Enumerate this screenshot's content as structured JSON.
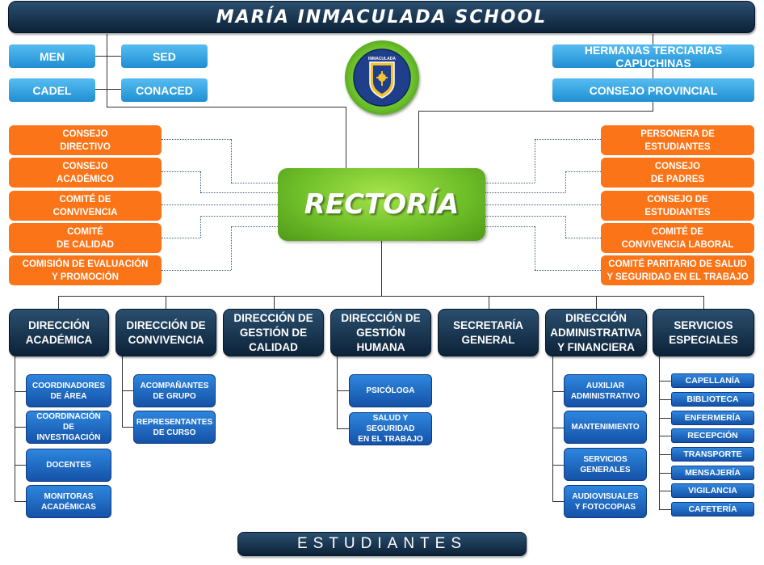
{
  "header": {
    "title": "MARÍA INMACULADA SCHOOL"
  },
  "external_left": [
    "MEN",
    "SED",
    "CADEL",
    "CONACED"
  ],
  "external_right": [
    "HERMANAS TERCIARIAS CAPUCHINAS",
    "CONSEJO PROVINCIAL"
  ],
  "logo": {
    "text": "INMACULADA",
    "icon": "school-crest-icon"
  },
  "center": {
    "title": "RECTORÍA"
  },
  "councils_left": [
    "CONSEJO\nDIRECTIVO",
    "CONSEJO\nACADÉMICO",
    "COMITÉ DE\nCONVIVENCIA",
    "COMITÉ\nDE CALIDAD",
    "COMISIÓN DE EVALUACIÓN\nY PROMOCIÓN"
  ],
  "councils_right": [
    "PERSONERA DE\nESTUDIANTES",
    "CONSEJO\nDE PADRES",
    "CONSEJO DE\nESTUDIANTES",
    "COMITÉ DE\nCONVIVENCIA LABORAL",
    "COMITÉ PARITARIO DE SALUD\nY SEGURIDAD EN EL TRABAJO"
  ],
  "departments": [
    {
      "name": "DIRECCIÓN\nACADÉMICA",
      "subs": [
        "COORDINADORES\nDE ÁREA",
        "COORDINACIÓN DE\nINVESTIGACIÓN",
        "DOCENTES",
        "MONITORAS\nACADÉMICAS"
      ]
    },
    {
      "name": "DIRECCIÓN DE\nCONVIVENCIA",
      "subs": [
        "ACOMPAÑANTES\nDE GRUPO",
        "REPRESENTANTES\nDE CURSO"
      ]
    },
    {
      "name": "DIRECCIÓN DE\nGESTIÓN DE\nCALIDAD",
      "subs": []
    },
    {
      "name": "DIRECCIÓN DE\nGESTIÓN\nHUMANA",
      "subs": [
        "PSICÓLOGA",
        "SALUD Y\nSEGURIDAD\nEN EL TRABAJO"
      ]
    },
    {
      "name": "SECRETARÍA\nGENERAL",
      "subs": []
    },
    {
      "name": "DIRECCIÓN\nADMINISTRATIVA\nY FINANCIERA",
      "subs": [
        "AUXILIAR\nADMINISTRATIVO",
        "MANTENIMIENTO",
        "SERVICIOS\nGENERALES",
        "AUDIOVISUALES\nY FOTOCOPIAS"
      ]
    },
    {
      "name": "SERVICIOS\nESPECIALES",
      "subs": [
        "CAPELLANÍA",
        "BIBLIOTECA",
        "ENFERMERÍA",
        "RECEPCIÓN",
        "TRANSPORTE",
        "MENSAJERÍA",
        "VIGILANCIA",
        "CAFETERÍA"
      ]
    }
  ],
  "footer": {
    "title": "ESTUDIANTES"
  },
  "colors": {
    "navy": "#0c2238",
    "orange": "#fb7418",
    "green": "#70c02a",
    "sky": "#1f8fd2",
    "blue": "#1552a8"
  }
}
